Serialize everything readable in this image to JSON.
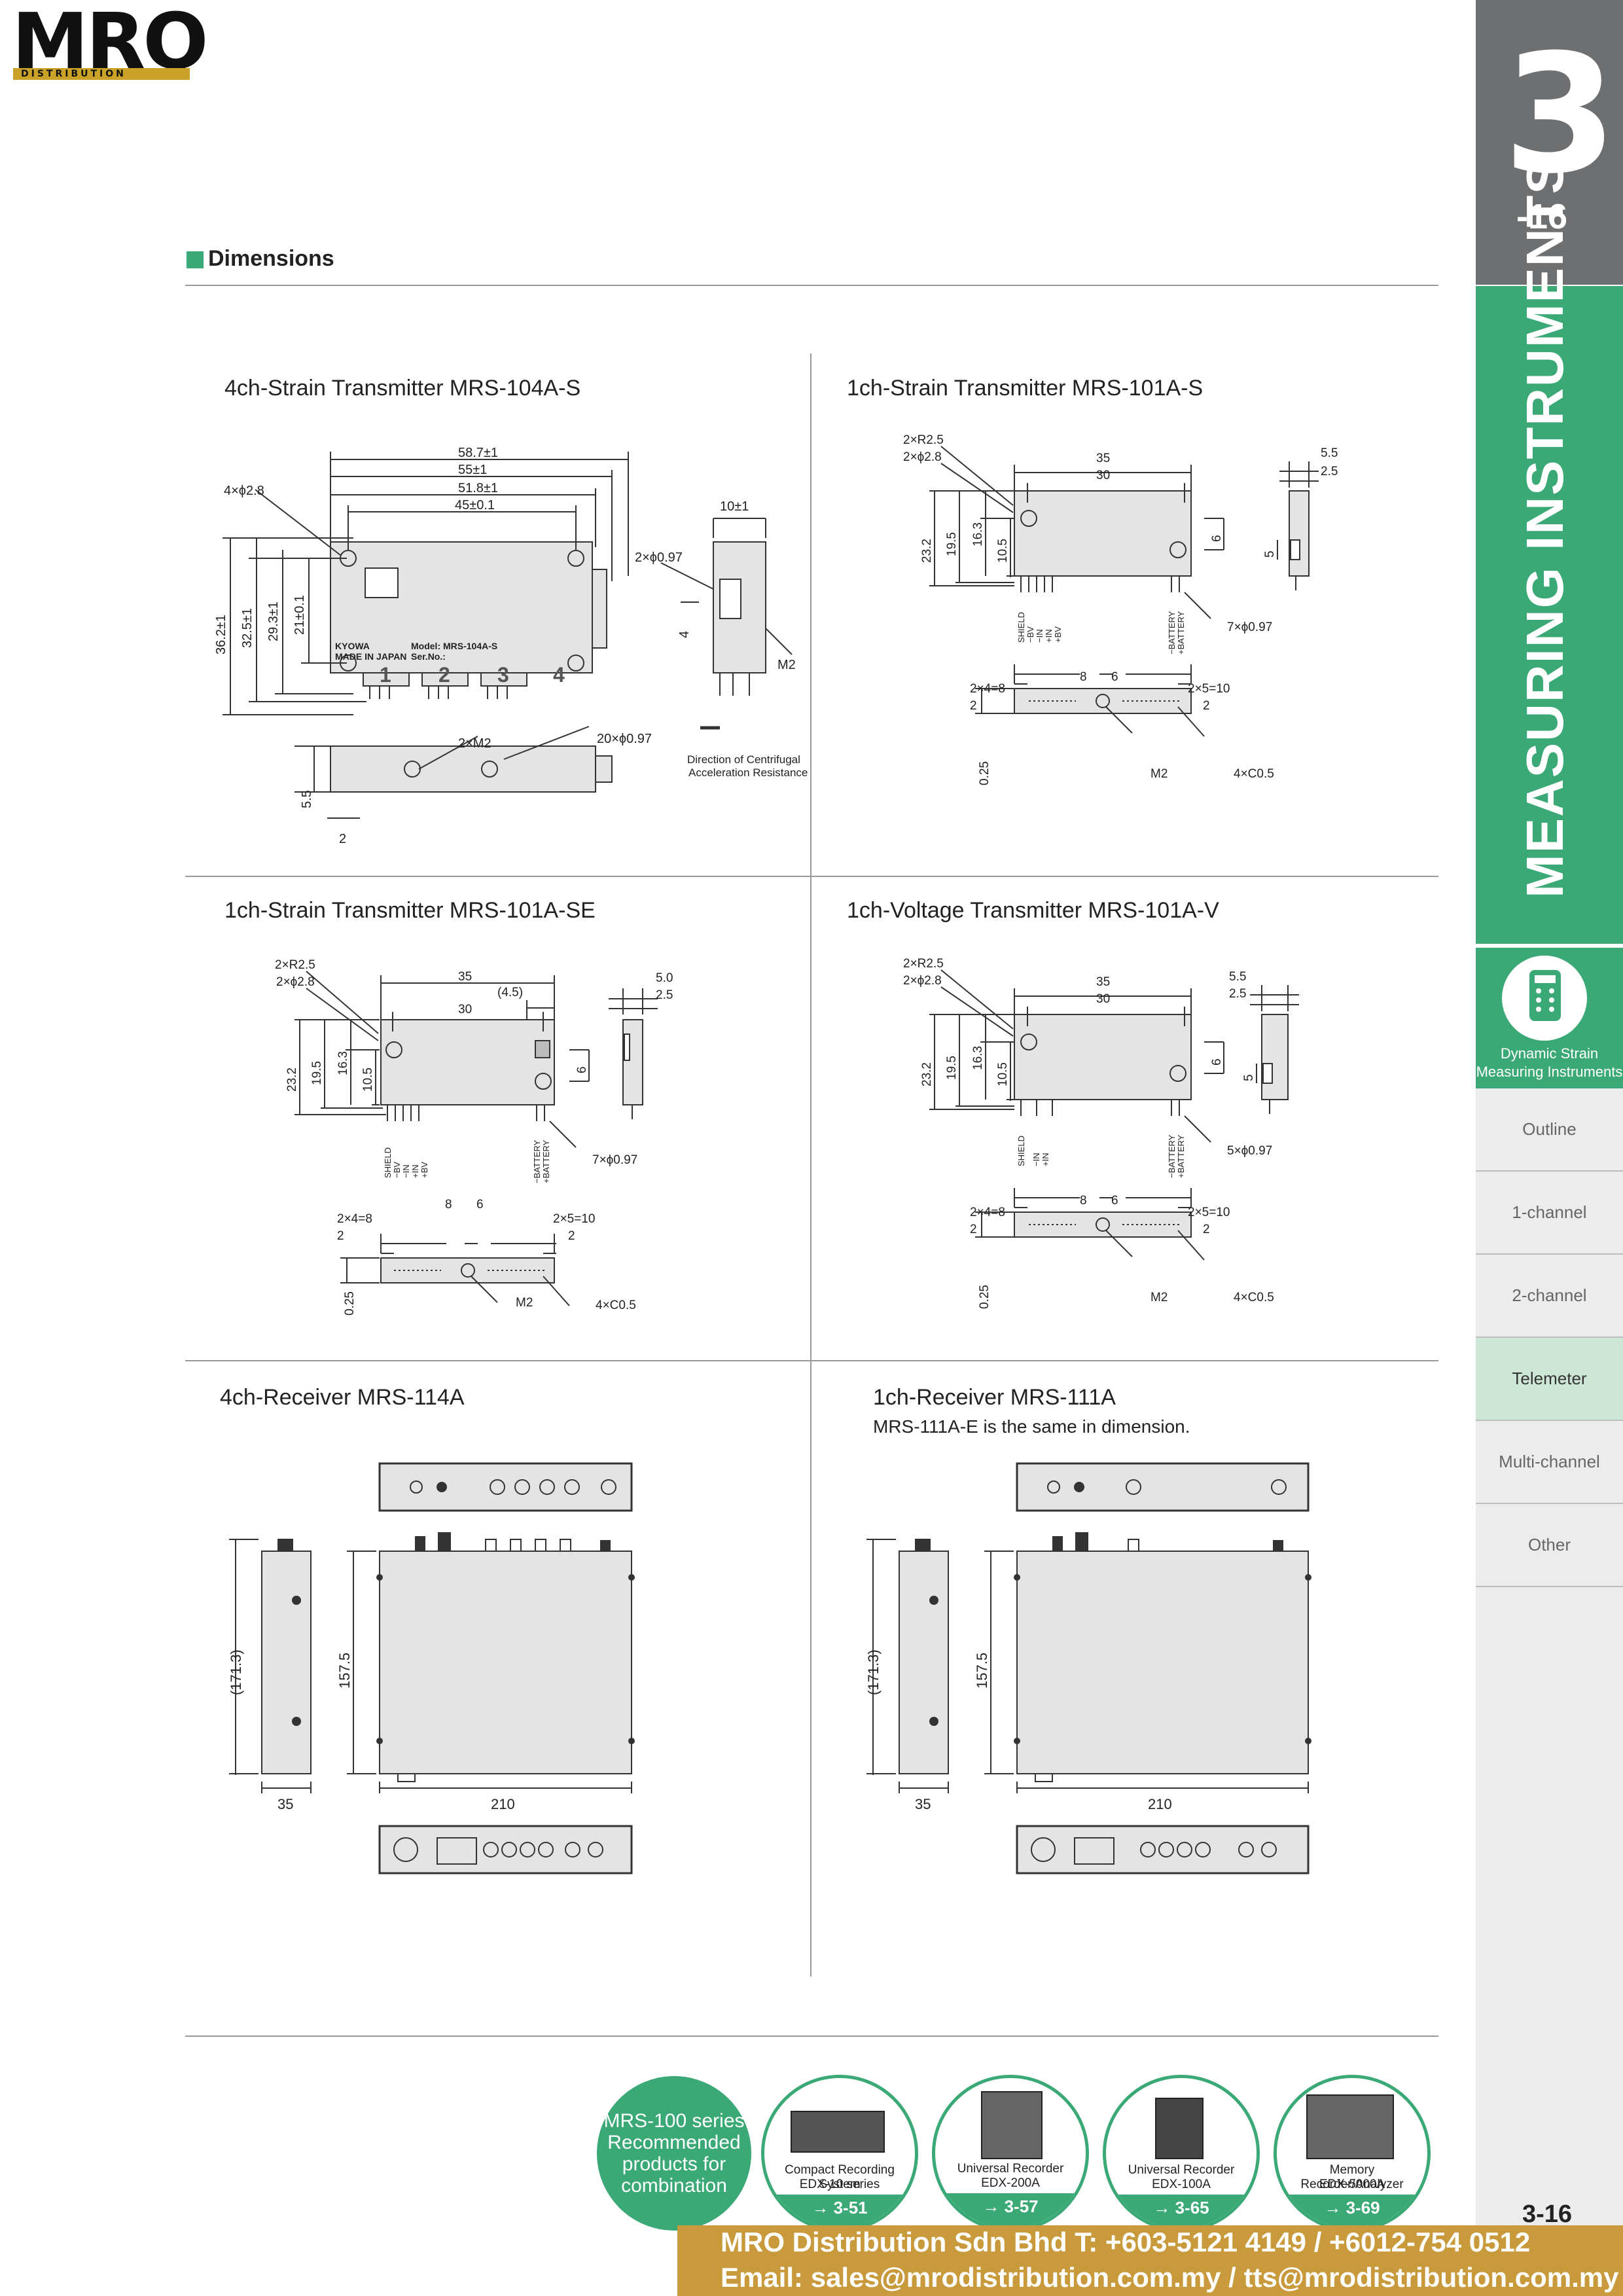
{
  "logo": {
    "brand": "MRO",
    "sub": "DISTRIBUTION"
  },
  "sidebar": {
    "chapter": "3",
    "chapter_sub": "-16",
    "category": "MEASURING INSTRUMENTS",
    "subcategory": [
      "Dynamic Strain",
      "Measuring Instruments"
    ],
    "nav": [
      {
        "label": "Outline",
        "active": false
      },
      {
        "label": "1-channel",
        "active": false
      },
      {
        "label": "2-channel",
        "active": false
      },
      {
        "label": "Telemeter",
        "active": true
      },
      {
        "label": "Multi-channel",
        "active": false
      },
      {
        "label": "Other",
        "active": false
      }
    ]
  },
  "section_title": "Dimensions",
  "panels": {
    "p1": {
      "title": "4ch-Strain Transmitter MRS-104A-S",
      "dims": {
        "d1": "58.7±1",
        "d2": "55±1",
        "d3": "51.8±1",
        "d4": "45±0.1",
        "hole": "4×ϕ2.8",
        "h1": "36.2±1",
        "h2": "32.5±1",
        "h3": "29.3±1",
        "h4": "21±0.1",
        "side_w": "10±1",
        "pins": "2×ϕ0.97",
        "side_h": "4",
        "m2": "M2",
        "dir": [
          "Direction of Centrifugal",
          "Acceleration Resistance"
        ],
        "bottom_m2": "2×M2",
        "bottom_pins": "20×ϕ0.97",
        "b_h": "5.5",
        "b_w": "2"
      },
      "label": {
        "brand": "KYOWA",
        "model": "Model: MRS-104A-S",
        "ser": "Ser.No.:",
        "made": "MADE IN JAPAN",
        "ch": [
          "1",
          "2",
          "3",
          "4"
        ]
      }
    },
    "p2": {
      "title": "1ch-Strain Transmitter MRS-101A-S",
      "dims": {
        "r": "2×R2.5",
        "hole": "2×ϕ2.8",
        "w1": "35",
        "w2": "30",
        "h1": "23.2",
        "h2": "19.5",
        "h3": "16.3",
        "h4": "10.5",
        "right": "6",
        "sw1": "5.5",
        "sw2": "2.5",
        "sh": "5",
        "pins": "7×ϕ0.97",
        "b1": "2×4=8",
        "b2": "2",
        "b3": "8",
        "b4": "6",
        "b5": "2×5=10",
        "b6": "2",
        "b7": "0.25",
        "m2": "M2",
        "chamfer": "4×C0.5"
      },
      "pin_left": [
        "SHIELD",
        "−BV",
        "−IN",
        "+IN",
        "+BV"
      ],
      "pin_right": [
        "−BATTERY",
        "+BATTERY"
      ]
    },
    "p3": {
      "title": "1ch-Strain Transmitter MRS-101A-SE",
      "dims": {
        "r": "2×R2.5",
        "hole": "2×ϕ2.8",
        "w1": "35",
        "w3": "(4.5)",
        "w2": "30",
        "h1": "23.2",
        "h2": "19.5",
        "h3": "16.3",
        "h4": "10.5",
        "right": "6",
        "sw1": "5.0",
        "sw2": "2.5",
        "pins": "7×ϕ0.97",
        "b1": "2×4=8",
        "b2": "2",
        "b3": "8",
        "b4": "6",
        "b5": "2×5=10",
        "b6": "2",
        "b7": "0.25",
        "m2": "M2",
        "chamfer": "4×C0.5"
      },
      "pin_left": [
        "SHIELD",
        "−BV",
        "−IN",
        "+IN",
        "+BV"
      ],
      "pin_right": [
        "−BATTERY",
        "+BATTERY"
      ]
    },
    "p4": {
      "title": "1ch-Voltage Transmitter MRS-101A-V",
      "dims": {
        "r": "2×R2.5",
        "hole": "2×ϕ2.8",
        "w1": "35",
        "w2": "30",
        "h1": "23.2",
        "h2": "19.5",
        "h3": "16.3",
        "h4": "10.5",
        "right": "6",
        "sw1": "5.5",
        "sw2": "2.5",
        "sh": "5",
        "pins": "5×ϕ0.97",
        "b1": "2×4=8",
        "b2": "2",
        "b3": "8",
        "b4": "6",
        "b5": "2×5=10",
        "b6": "2",
        "b7": "0.25",
        "m2": "M2",
        "chamfer": "4×C0.5"
      },
      "pin_left": [
        "SHIELD",
        "−IN",
        "+IN"
      ],
      "pin_right": [
        "−BATTERY",
        "+BATTERY"
      ]
    },
    "p5": {
      "title": "4ch-Receiver MRS-114A",
      "dims": {
        "h_total": "(171.3)",
        "h": "157.5",
        "w": "210",
        "d": "35"
      }
    },
    "p6": {
      "title": "1ch-Receiver MRS-111A",
      "subtitle": "MRS-111A-E is the same in dimension.",
      "dims": {
        "h_total": "(171.3)",
        "h": "157.5",
        "w": "210",
        "d": "35"
      }
    }
  },
  "recommend": {
    "main": [
      "MRS-100 series",
      "Recommended",
      "products for",
      "combination"
    ],
    "products": [
      {
        "name": [
          "Compact Recording System",
          "EDX-10 series"
        ],
        "page": "→ 3-51"
      },
      {
        "name": [
          "Universal Recorder",
          "EDX-200A"
        ],
        "page": "→ 3-57"
      },
      {
        "name": [
          "Universal Recorder",
          "EDX-100A"
        ],
        "page": "→ 3-65"
      },
      {
        "name": [
          "Memory Recorder/Analyzer",
          "EDX-5000A"
        ],
        "page": "→ 3-69"
      }
    ]
  },
  "page_number": "3-16",
  "footer": {
    "line1": "MRO Distribution Sdn Bhd   T: +603-5121 4149 / +6012-754 0512",
    "line2": "Email: sales@mrodistribution.com.my / tts@mrodistribution.com.my"
  },
  "colors": {
    "accent": "#3aa976",
    "gold": "#c89a3b",
    "gray": "#6e6f71",
    "panel_fill": "#e4e4e4"
  }
}
